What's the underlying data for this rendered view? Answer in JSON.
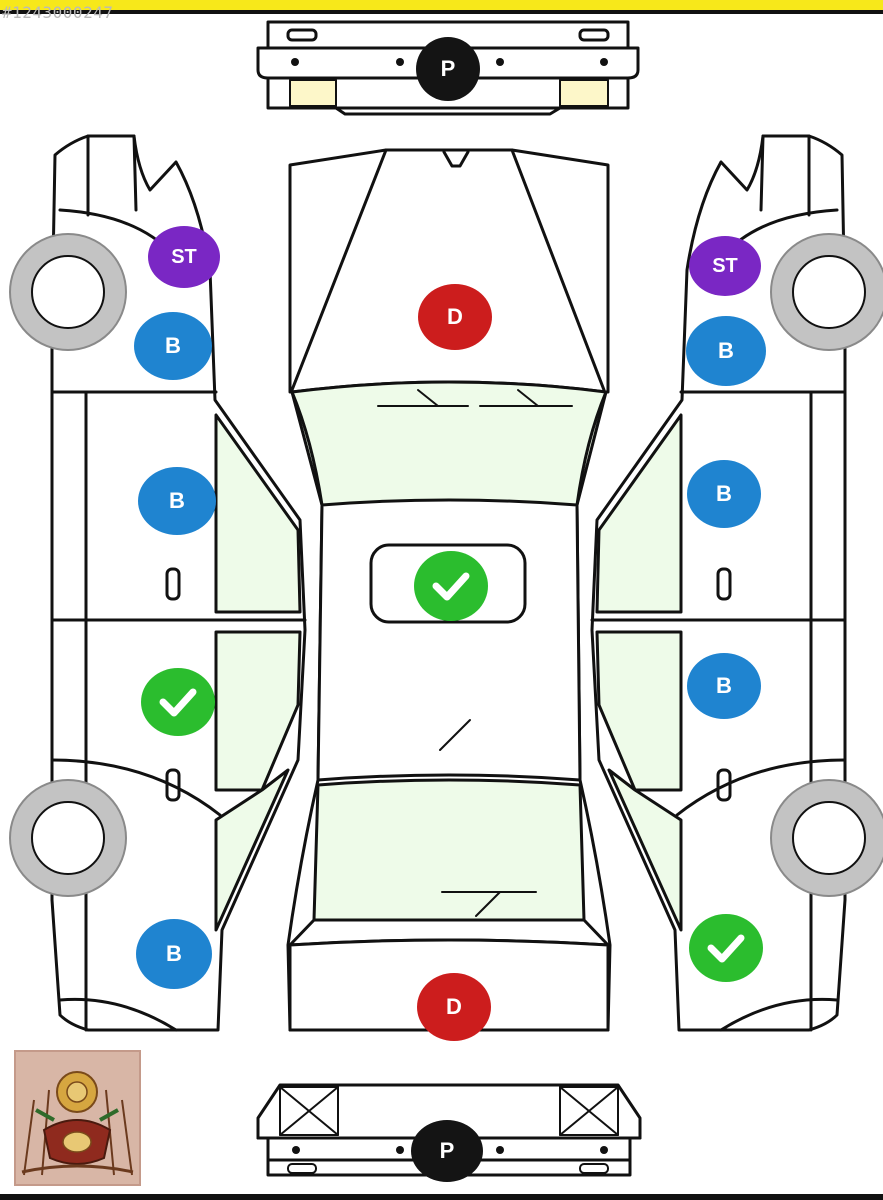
{
  "listing_id": "#1243000247",
  "markers": {
    "front_bumper": "P",
    "rear_bumper": "P",
    "hood": "D",
    "roof": "ok",
    "trunk": "D",
    "left_front_fender": "ST",
    "left_front_fender_lower": "B",
    "left_front_door": "B",
    "left_rear_door": "ok",
    "left_rear_fender": "B",
    "right_front_fender": "ST",
    "right_front_fender_lower": "B",
    "right_front_door": "B",
    "right_rear_door": "B",
    "right_rear_fender": "ok"
  },
  "colors": {
    "original": "#2bbd2e",
    "painted": "#1f84d0",
    "replaced": "#cc1d1d",
    "local_paint": "#7a27c4",
    "bumper_label": "#141414",
    "glass": "#eefbe9",
    "top_bar": "#f7e81a"
  }
}
